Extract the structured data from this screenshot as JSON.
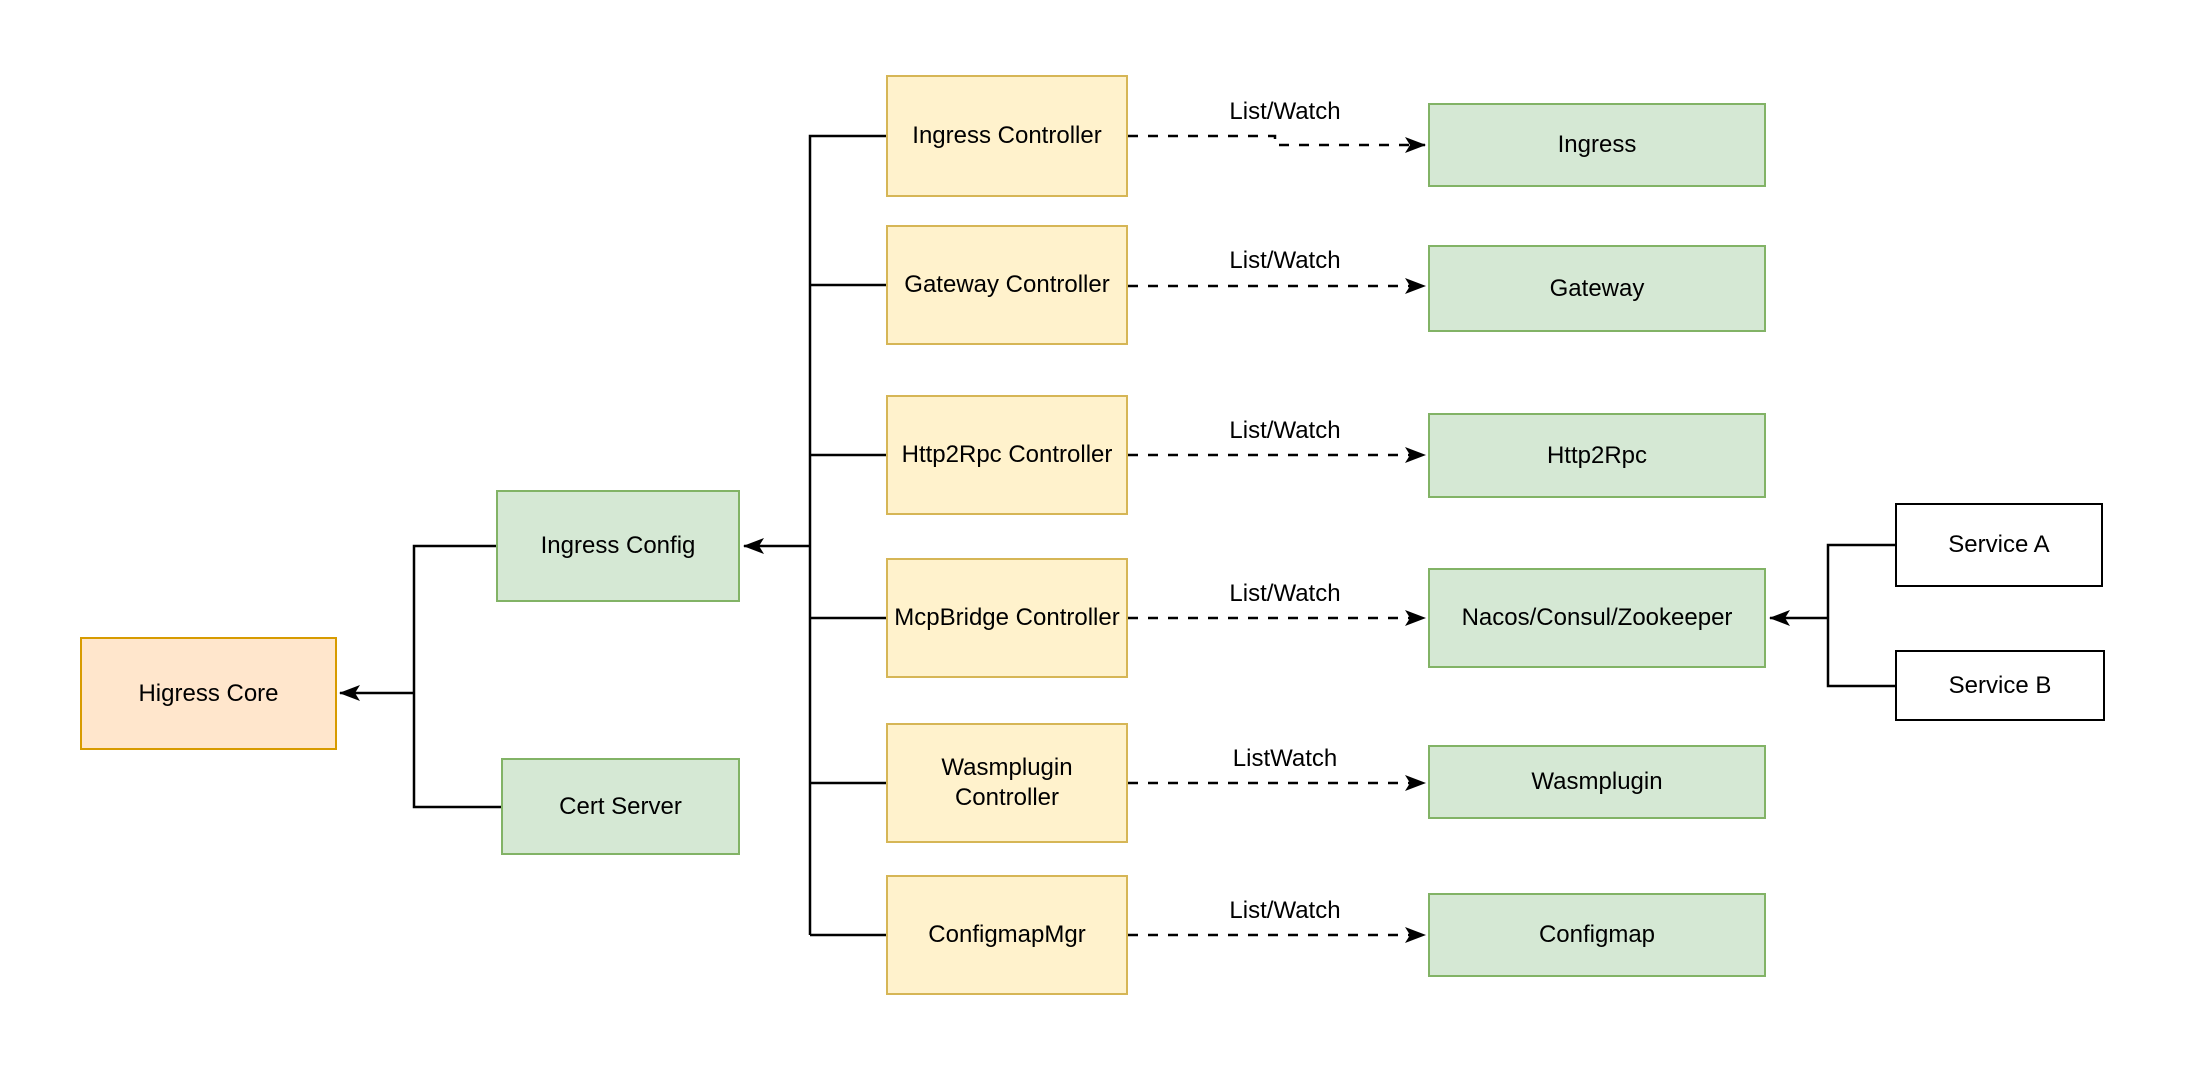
{
  "diagram": {
    "nodes": {
      "higress_core": {
        "label": "Higress Core"
      },
      "ingress_config": {
        "label": "Ingress Config"
      },
      "cert_server": {
        "label": "Cert Server"
      },
      "ingress_controller": {
        "label": "Ingress Controller"
      },
      "gateway_controller": {
        "label": "Gateway Controller"
      },
      "http2rpc_controller": {
        "label": "Http2Rpc Controller"
      },
      "mcpbridge_controller": {
        "label": "McpBridge Controller"
      },
      "wasmplugin_controller": {
        "label": "Wasmplugin Controller"
      },
      "configmap_mgr": {
        "label": "ConfigmapMgr"
      },
      "ingress": {
        "label": "Ingress"
      },
      "gateway": {
        "label": "Gateway"
      },
      "http2rpc": {
        "label": "Http2Rpc"
      },
      "nacos_consul_zookeeper": {
        "label": "Nacos/Consul/Zookeeper"
      },
      "wasmplugin": {
        "label": "Wasmplugin"
      },
      "configmap": {
        "label": "Configmap"
      },
      "service_a": {
        "label": "Service A"
      },
      "service_b": {
        "label": "Service B"
      }
    },
    "edge_labels": {
      "ingress": "List/Watch",
      "gateway": "List/Watch",
      "http2rpc": "List/Watch",
      "mcpbridge": "List/Watch",
      "wasmplugin": "ListWatch",
      "configmap": "List/Watch"
    },
    "colors": {
      "core_fill": "#FFE6CC",
      "core_border": "#D79B00",
      "controller_fill": "#FFF2CC",
      "controller_border": "#D6B656",
      "resource_fill": "#D5E8D4",
      "resource_border": "#82B366",
      "service_fill": "#FFFFFF",
      "service_border": "#000000",
      "line": "#000000"
    }
  }
}
